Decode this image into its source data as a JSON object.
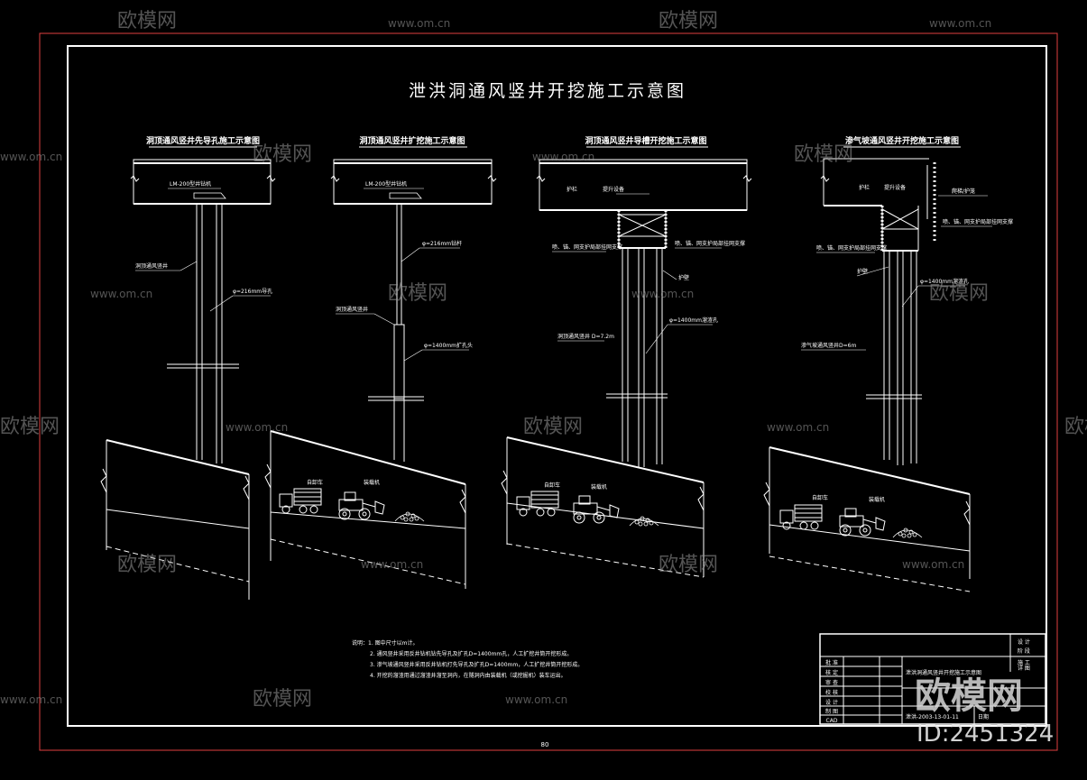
{
  "title": "泄洪洞通风竖井开挖施工示意图",
  "panels": [
    {
      "heading": "洞顶通风竖井先导孔施工示意图",
      "labels": {
        "drill": "LM-200型井钻机",
        "shaft": "洞顶通风竖井",
        "hole": "φ=216mm导孔"
      }
    },
    {
      "heading": "洞顶通风竖井扩挖施工示意图",
      "labels": {
        "drill": "LM-200型井钻机",
        "rod": "φ=216mm钻杆",
        "shaft": "洞顶通风竖井",
        "reamer": "φ=1400mm扩孔头",
        "truck": "自卸车",
        "loader": "装载机"
      }
    },
    {
      "heading": "洞顶通风竖井导槽开挖施工示意图",
      "labels": {
        "guard": "护栏",
        "hoist": "提升设备",
        "support_l": "喷、锚、网支护局部挂网支撑",
        "support_r": "喷、锚、网支护局部挂网支撑",
        "protect": "护壁",
        "shaft": "洞顶通风竖井 D=7.2m",
        "hole": "φ=1400mm溜渣孔",
        "truck": "自卸车",
        "loader": "装载机"
      }
    },
    {
      "heading": "渗气坡通风竖井开挖施工示意图",
      "labels": {
        "guard": "护栏",
        "hoist": "提升设备",
        "ladder": "爬梯/护笼",
        "support_r": "喷、锚、网支护局部挂网支撑",
        "support_l": "喷、锚、网支护局部挂网支撑",
        "protect": "护壁",
        "hole": "φ=1400mm溜渣孔",
        "shaft": "渗气坡通风竖井D=6m",
        "truck": "自卸车",
        "loader": "装载机"
      }
    }
  ],
  "notes": [
    "说明：1. 图中尺寸以m计。",
    "2. 通风竖井采用反井钻机钻先导孔及扩孔D=1400mm孔，人工扩挖井筒开挖形成。",
    "3. 渗气坡通风竖井采用反井钻机打先导孔及扩孔D=1400mm，人工扩挖井筒开挖形成。",
    "4. 开挖的溜渣用通过溜渣井溜至洞内，在隧洞内由装载机（或挖掘机）装车运出。"
  ],
  "title_block": {
    "rows": [
      "批 准",
      "核 定",
      "审 查",
      "校 核",
      "设 计",
      "制 图",
      "CAD"
    ],
    "right_top": [
      "设 计",
      "阶 段"
    ],
    "right_mid": [
      "施 工",
      "详 图"
    ],
    "project": "泄洪洞通风竖井开挖施工示意图",
    "drawing_no": "泄洪-2003-13-01-11",
    "date": "日期"
  },
  "page_number": "80",
  "watermark": {
    "brand": "欧模网",
    "url": "www.om.cn",
    "id": "ID:2451324"
  }
}
